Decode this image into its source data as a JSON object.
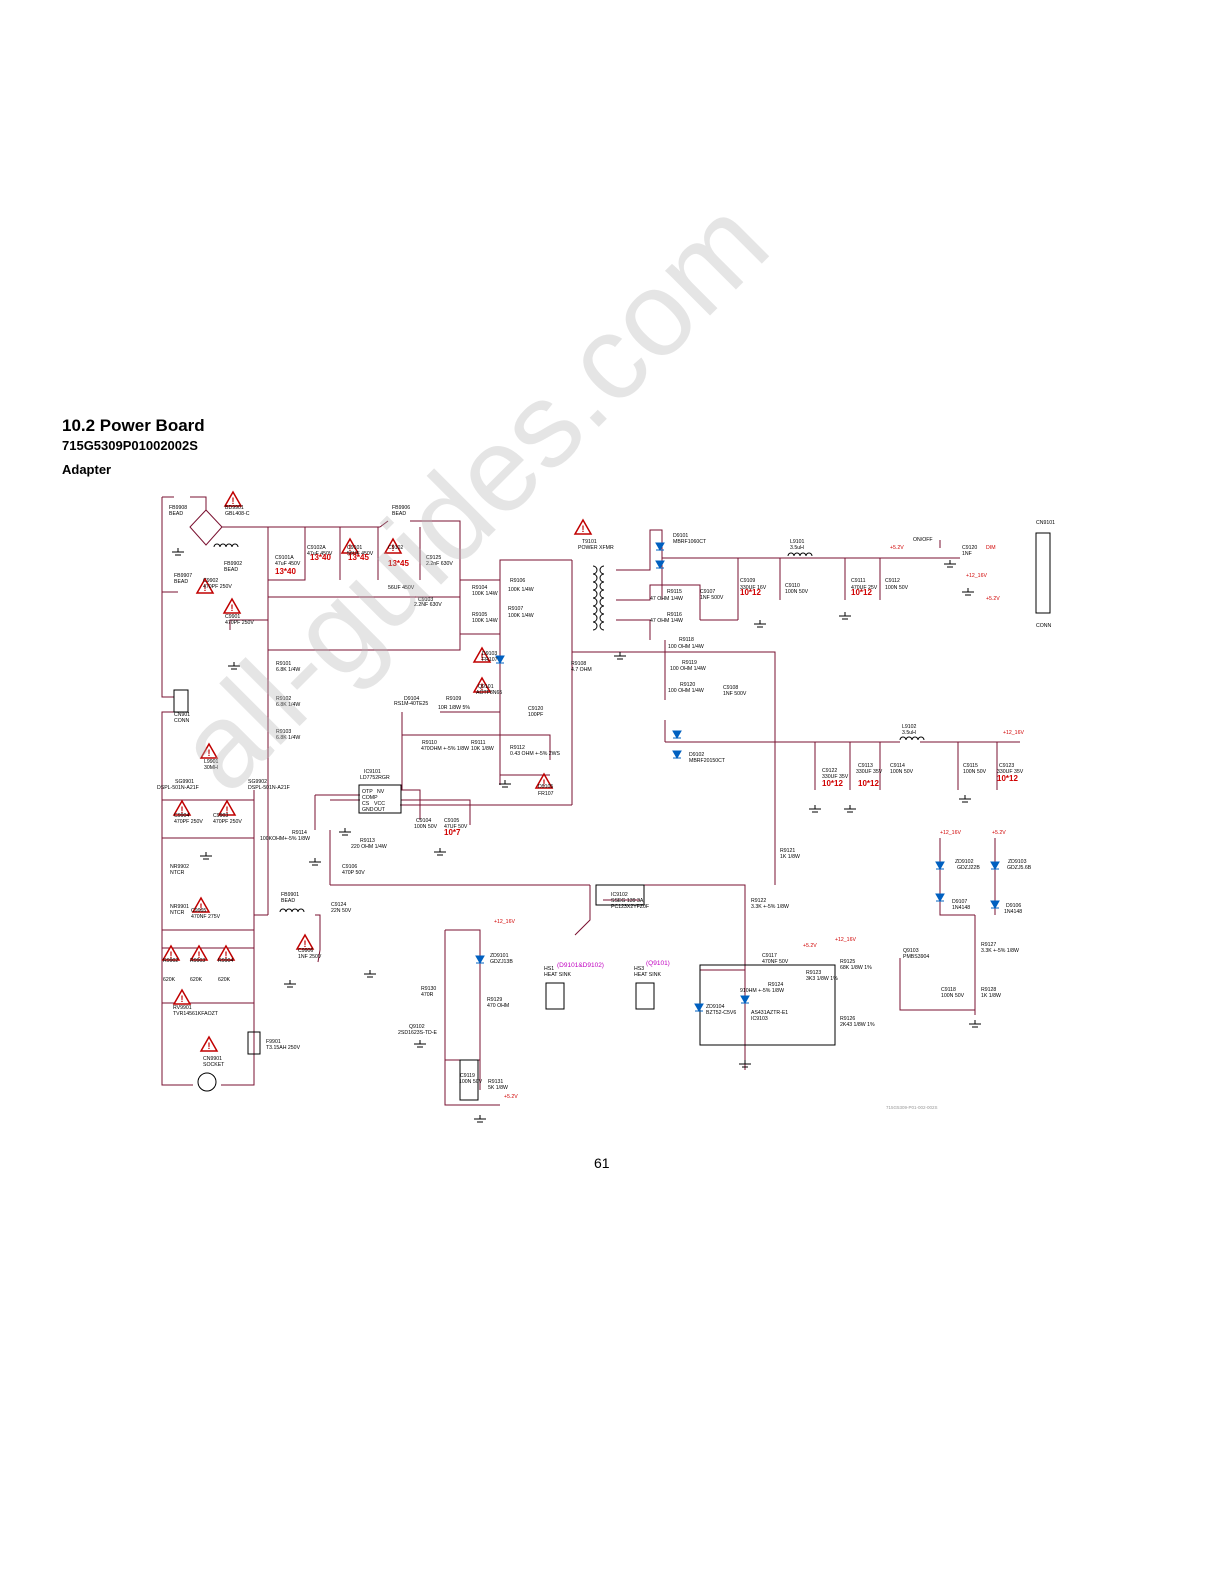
{
  "header": {
    "section_title": "10.2 Power Board",
    "part_number": "715G5309P01002002S",
    "subtitle": "Adapter"
  },
  "page_number": "61",
  "watermark": "all-guides.com",
  "labels": [
    {
      "id": "fb9908",
      "text": "FB9908"
    },
    {
      "id": "fb9908b",
      "text": "BEAD"
    },
    {
      "id": "bd9901",
      "text": "BD9901"
    },
    {
      "id": "bd9901b",
      "text": "GBL408-C"
    },
    {
      "id": "fb9906",
      "text": "FB9906"
    },
    {
      "id": "fb9906b",
      "text": "BEAD"
    },
    {
      "id": "fb9902",
      "text": "FB9902"
    },
    {
      "id": "fb9902b",
      "text": "BEAD"
    },
    {
      "id": "fb9907",
      "text": "FB9907"
    },
    {
      "id": "fb9907b",
      "text": "BEAD"
    },
    {
      "id": "c9902",
      "text": "C9902"
    },
    {
      "id": "c9902b",
      "text": "470PF 250V"
    },
    {
      "id": "c9901",
      "text": "C9901"
    },
    {
      "id": "c9901b",
      "text": "470PF 250V"
    },
    {
      "id": "c9101a",
      "text": "C9101A"
    },
    {
      "id": "c9101ab",
      "text": "47uF 450V"
    },
    {
      "id": "c9102a",
      "text": "C9102A"
    },
    {
      "id": "c9102ab",
      "text": "47uF 450V"
    },
    {
      "id": "c9101",
      "text": "C9101"
    },
    {
      "id": "c9101b",
      "text": "56UF 450V"
    },
    {
      "id": "c9102",
      "text": "C9102"
    },
    {
      "id": "c9102b",
      "text": "56UF 450V"
    },
    {
      "id": "c9125",
      "text": "C9125"
    },
    {
      "id": "c9125b",
      "text": "2.2nF 630V"
    },
    {
      "id": "c9103",
      "text": "C9103"
    },
    {
      "id": "c9103b",
      "text": "2.2NF 630V"
    },
    {
      "id": "sz1",
      "text": "13*40"
    },
    {
      "id": "sz2",
      "text": "13*40"
    },
    {
      "id": "sz3",
      "text": "13*45"
    },
    {
      "id": "sz4",
      "text": "13*45"
    },
    {
      "id": "r9104",
      "text": "R9104"
    },
    {
      "id": "r9104b",
      "text": "100K 1/4W"
    },
    {
      "id": "r9105",
      "text": "R9105"
    },
    {
      "id": "r9105b",
      "text": "100K 1/4W"
    },
    {
      "id": "r9106",
      "text": "R9106"
    },
    {
      "id": "r9106b",
      "text": "100K 1/4W"
    },
    {
      "id": "r9107",
      "text": "R9107"
    },
    {
      "id": "r9107b",
      "text": "100K 1/4W"
    },
    {
      "id": "t9101",
      "text": "T9101"
    },
    {
      "id": "t9101b",
      "text": "POWER XFMR"
    },
    {
      "id": "d9101",
      "text": "D9101"
    },
    {
      "id": "d9101b",
      "text": "MBRF1060CT"
    },
    {
      "id": "l9101",
      "text": "L9101"
    },
    {
      "id": "l9101b",
      "text": "3.5uH"
    },
    {
      "id": "v52a",
      "text": "+5.2V"
    },
    {
      "id": "onoff",
      "text": "ON/OFF"
    },
    {
      "id": "c9120",
      "text": "C9120"
    },
    {
      "id": "c9120b",
      "text": "1NF"
    },
    {
      "id": "dim",
      "text": "DIM"
    },
    {
      "id": "cn9101",
      "text": "CN9101"
    },
    {
      "id": "conn",
      "text": "CONN"
    },
    {
      "id": "v12a",
      "text": "+12_16V"
    },
    {
      "id": "v52b",
      "text": "+5.2V"
    },
    {
      "id": "r9115",
      "text": "R9115"
    },
    {
      "id": "r9115b",
      "text": "47 OHM 1/4W"
    },
    {
      "id": "r9116",
      "text": "R9116"
    },
    {
      "id": "r9116b",
      "text": "47 OHM 1/4W"
    },
    {
      "id": "c9107",
      "text": "C9107"
    },
    {
      "id": "c9107b",
      "text": "1NF 500V"
    },
    {
      "id": "c9109",
      "text": "C9109"
    },
    {
      "id": "c9109b",
      "text": "330UF 16V"
    },
    {
      "id": "c9110",
      "text": "C9110"
    },
    {
      "id": "c9110b",
      "text": "100N 50V"
    },
    {
      "id": "c9111",
      "text": "C9111"
    },
    {
      "id": "c9111b",
      "text": "470UF 25V"
    },
    {
      "id": "c9112",
      "text": "C9112"
    },
    {
      "id": "c9112b",
      "text": "100N 50V"
    },
    {
      "id": "sz5",
      "text": "10*12"
    },
    {
      "id": "sz6",
      "text": "10*12"
    },
    {
      "id": "r9118",
      "text": "R9118"
    },
    {
      "id": "r9118b",
      "text": "100 OHM 1/4W"
    },
    {
      "id": "r9119",
      "text": "R9119"
    },
    {
      "id": "r9119b",
      "text": "100 OHM 1/4W"
    },
    {
      "id": "r9120",
      "text": "R9120"
    },
    {
      "id": "r9120b",
      "text": "100 OHM 1/4W"
    },
    {
      "id": "c9108",
      "text": "C9108"
    },
    {
      "id": "c9108b",
      "text": "1NF 500V"
    },
    {
      "id": "d9102",
      "text": "D9102"
    },
    {
      "id": "d9102b",
      "text": "MBRF20150CT"
    },
    {
      "id": "l9102",
      "text": "L9102"
    },
    {
      "id": "l9102b",
      "text": "3.5uH"
    },
    {
      "id": "v12b",
      "text": "+12_16V"
    },
    {
      "id": "c9122",
      "text": "C9122"
    },
    {
      "id": "c9122b",
      "text": "330UF 35V"
    },
    {
      "id": "c9113",
      "text": "C9113"
    },
    {
      "id": "c9113b",
      "text": "330UF 35V"
    },
    {
      "id": "c9114",
      "text": "C9114"
    },
    {
      "id": "c9114b",
      "text": "100N 50V"
    },
    {
      "id": "c9115",
      "text": "C9115"
    },
    {
      "id": "c9115b",
      "text": "100N 50V"
    },
    {
      "id": "c9123",
      "text": "C9123"
    },
    {
      "id": "c9123b",
      "text": "330UF 35V"
    },
    {
      "id": "sz7",
      "text": "10*12"
    },
    {
      "id": "sz8",
      "text": "10*12"
    },
    {
      "id": "sz9",
      "text": "10*12"
    },
    {
      "id": "r9101",
      "text": "R9101"
    },
    {
      "id": "r9101b",
      "text": "6.8K 1/4W"
    },
    {
      "id": "r9102",
      "text": "R9102"
    },
    {
      "id": "r9102b",
      "text": "6.8K 1/4W"
    },
    {
      "id": "r9103",
      "text": "R9103"
    },
    {
      "id": "r9103b",
      "text": "6.8K 1/4W"
    },
    {
      "id": "d9103",
      "text": "D9103"
    },
    {
      "id": "d9103b",
      "text": "FR107"
    },
    {
      "id": "q9101",
      "text": "Q9101"
    },
    {
      "id": "q9101b",
      "text": "AOTF8N65"
    },
    {
      "id": "d9104",
      "text": "D9104"
    },
    {
      "id": "d9104b",
      "text": "RS1M-40TE25"
    },
    {
      "id": "r9109",
      "text": "R9109"
    },
    {
      "id": "r9109b",
      "text": "10R 1/8W 5%"
    },
    {
      "id": "c9120x",
      "text": "C9120"
    },
    {
      "id": "c9120xb",
      "text": "100PF"
    },
    {
      "id": "r9108",
      "text": "R9108"
    },
    {
      "id": "r9108b",
      "text": "4.7 OHM"
    },
    {
      "id": "r9110",
      "text": "R9110"
    },
    {
      "id": "r9110b",
      "text": "470OHM +-5% 1/8W"
    },
    {
      "id": "r9111",
      "text": "R9111"
    },
    {
      "id": "r9111b",
      "text": "10K 1/8W"
    },
    {
      "id": "r9112",
      "text": "R9112"
    },
    {
      "id": "r9112b",
      "text": "0.43 OHM +-5% 2WS"
    },
    {
      "id": "cn901",
      "text": "CN901"
    },
    {
      "id": "cn901b",
      "text": "CONN"
    },
    {
      "id": "l9901",
      "text": "L9901"
    },
    {
      "id": "l9901b",
      "text": "30MH"
    },
    {
      "id": "sg9901",
      "text": "SG9901"
    },
    {
      "id": "sg9901b",
      "text": "DSPL-501N-A21F"
    },
    {
      "id": "sg9902",
      "text": "SG9902"
    },
    {
      "id": "sg9902b",
      "text": "DSPL-501N-A21F"
    },
    {
      "id": "ic9101",
      "text": "IC9101"
    },
    {
      "id": "ic9101b",
      "text": "LD7752RGR"
    },
    {
      "id": "ic_otp",
      "text": "OTP"
    },
    {
      "id": "ic_nv",
      "text": "NV"
    },
    {
      "id": "ic_comp",
      "text": "COMP"
    },
    {
      "id": "ic_cs",
      "text": "CS"
    },
    {
      "id": "ic_vcc",
      "text": "VCC"
    },
    {
      "id": "ic_gnd",
      "text": "GND"
    },
    {
      "id": "ic_out",
      "text": "OUT"
    },
    {
      "id": "d9105",
      "text": "D9105"
    },
    {
      "id": "d9105b",
      "text": "FR107"
    },
    {
      "id": "c9904",
      "text": "C9904"
    },
    {
      "id": "c9904b",
      "text": "470PF 250V"
    },
    {
      "id": "c9903",
      "text": "C9903"
    },
    {
      "id": "c9903b",
      "text": "470PF 250V"
    },
    {
      "id": "c9104",
      "text": "C9104"
    },
    {
      "id": "c9104b",
      "text": "100N 50V"
    },
    {
      "id": "c9105",
      "text": "C9105"
    },
    {
      "id": "c9105b",
      "text": "47UF 50V"
    },
    {
      "id": "sz10",
      "text": "10*7"
    },
    {
      "id": "r9114",
      "text": "R9114"
    },
    {
      "id": "r9114b",
      "text": "100KOHM+-5% 1/8W"
    },
    {
      "id": "r9113",
      "text": "R9113"
    },
    {
      "id": "r9113b",
      "text": "220 OHM 1/4W"
    },
    {
      "id": "c9106",
      "text": "C9106"
    },
    {
      "id": "c9106b",
      "text": "470P 50V"
    },
    {
      "id": "nr9902",
      "text": "NR9902"
    },
    {
      "id": "nr9902b",
      "text": "NTCR"
    },
    {
      "id": "nr9901",
      "text": "NR9901"
    },
    {
      "id": "nr9901b",
      "text": "NTCR"
    },
    {
      "id": "c9905",
      "text": "C9905"
    },
    {
      "id": "c9905b",
      "text": "470NF 275V"
    },
    {
      "id": "fb9901",
      "text": "FB9901"
    },
    {
      "id": "fb9901b",
      "text": "BEAD"
    },
    {
      "id": "c9124",
      "text": "C9124"
    },
    {
      "id": "c9124b",
      "text": "22N 50V"
    },
    {
      "id": "c9906",
      "text": "C9906"
    },
    {
      "id": "c9906b",
      "text": "1NF 250V"
    },
    {
      "id": "r9121",
      "text": "R9121"
    },
    {
      "id": "r9121b",
      "text": "1K 1/8W"
    },
    {
      "id": "v12c",
      "text": "+12_16V"
    },
    {
      "id": "v52c",
      "text": "+5.2V"
    },
    {
      "id": "zd9102",
      "text": "ZD9102"
    },
    {
      "id": "zd9102b",
      "text": "GDZJ22B"
    },
    {
      "id": "zd9103",
      "text": "ZD9103"
    },
    {
      "id": "zd9103b",
      "text": "GDZJ5.6B"
    },
    {
      "id": "d9107",
      "text": "D9107"
    },
    {
      "id": "d9107b",
      "text": "1N4148"
    },
    {
      "id": "d9106",
      "text": "D9106"
    },
    {
      "id": "d9106b",
      "text": "1N4148"
    },
    {
      "id": "ic9102",
      "text": "IC9102"
    },
    {
      "id": "ic9102b",
      "text": "SSEG 139 3A"
    },
    {
      "id": "ic9102c",
      "text": "PC123X2YFZ0F"
    },
    {
      "id": "r9122",
      "text": "R9122"
    },
    {
      "id": "r9122b",
      "text": "3.3K +-5% 1/8W"
    },
    {
      "id": "r9902",
      "text": "R9902"
    },
    {
      "id": "r9903",
      "text": "R9903"
    },
    {
      "id": "r9904",
      "text": "R9904"
    },
    {
      "id": "r620a",
      "text": "620K"
    },
    {
      "id": "r620b",
      "text": "620K"
    },
    {
      "id": "r620c",
      "text": "620K"
    },
    {
      "id": "rv9901",
      "text": "RV9901"
    },
    {
      "id": "rv9901b",
      "text": "TVR14561KFAOZT"
    },
    {
      "id": "f9901",
      "text": "F9901"
    },
    {
      "id": "f9901b",
      "text": "T3.15AH 250V"
    },
    {
      "id": "cn9901",
      "text": "CN9901"
    },
    {
      "id": "cn9901b",
      "text": "SOCKET"
    },
    {
      "id": "v12d",
      "text": "+12_16V"
    },
    {
      "id": "zd9101",
      "text": "ZD9101"
    },
    {
      "id": "zd9101b",
      "text": "GDZJ13B"
    },
    {
      "id": "r9130",
      "text": "R9130"
    },
    {
      "id": "r9130b",
      "text": "470R"
    },
    {
      "id": "r9129",
      "text": "R9129"
    },
    {
      "id": "r9129b",
      "text": "470 OHM"
    },
    {
      "id": "q9102",
      "text": "Q9102"
    },
    {
      "id": "q9102b",
      "text": "2SD1623S-TD-E"
    },
    {
      "id": "c9119",
      "text": "C9119"
    },
    {
      "id": "c9119b",
      "text": "100N 50V"
    },
    {
      "id": "r9131",
      "text": "R9131"
    },
    {
      "id": "r9131b",
      "text": "5K 1/8W"
    },
    {
      "id": "v52d",
      "text": "+5.2V"
    },
    {
      "id": "hs_note1",
      "text": "(D9101&D9102)"
    },
    {
      "id": "hs1",
      "text": "HS1"
    },
    {
      "id": "hs1b",
      "text": "HEAT SINK"
    },
    {
      "id": "hs_note2",
      "text": "(Q9101)"
    },
    {
      "id": "hs3",
      "text": "HS3"
    },
    {
      "id": "hs3b",
      "text": "HEAT SINK"
    },
    {
      "id": "c9117",
      "text": "C9117"
    },
    {
      "id": "c9117b",
      "text": "470NF 50V"
    },
    {
      "id": "v52e",
      "text": "+5.2V"
    },
    {
      "id": "v12e",
      "text": "+12_16V"
    },
    {
      "id": "r9124",
      "text": "R9124"
    },
    {
      "id": "r9124b",
      "text": "910HM +-5% 1/8W"
    },
    {
      "id": "r9123",
      "text": "R9123"
    },
    {
      "id": "r9123b",
      "text": "3K3 1/8W 1%"
    },
    {
      "id": "r9125",
      "text": "R9125"
    },
    {
      "id": "r9125b",
      "text": "68K 1/8W 1%"
    },
    {
      "id": "zd9104",
      "text": "ZD9104"
    },
    {
      "id": "zd9104b",
      "text": "BZT52-C5V6"
    },
    {
      "id": "ic9103",
      "text": "AS431AZTR-E1"
    },
    {
      "id": "ic9103b",
      "text": "IC9103"
    },
    {
      "id": "r9126",
      "text": "R9126"
    },
    {
      "id": "r9126b",
      "text": "2K43 1/8W 1%"
    },
    {
      "id": "q9103",
      "text": "Q9103"
    },
    {
      "id": "q9103b",
      "text": "PMBS3904"
    },
    {
      "id": "r9127",
      "text": "R9127"
    },
    {
      "id": "r9127b",
      "text": "3.3K +-5% 1/8W"
    },
    {
      "id": "c9118",
      "text": "C9118"
    },
    {
      "id": "c9118b",
      "text": "100N 50V"
    },
    {
      "id": "r9128",
      "text": "R9128"
    },
    {
      "id": "r9128b",
      "text": "1K 1/8W"
    },
    {
      "id": "drawing_no",
      "text": "715G5309-P01-002-002S"
    }
  ]
}
